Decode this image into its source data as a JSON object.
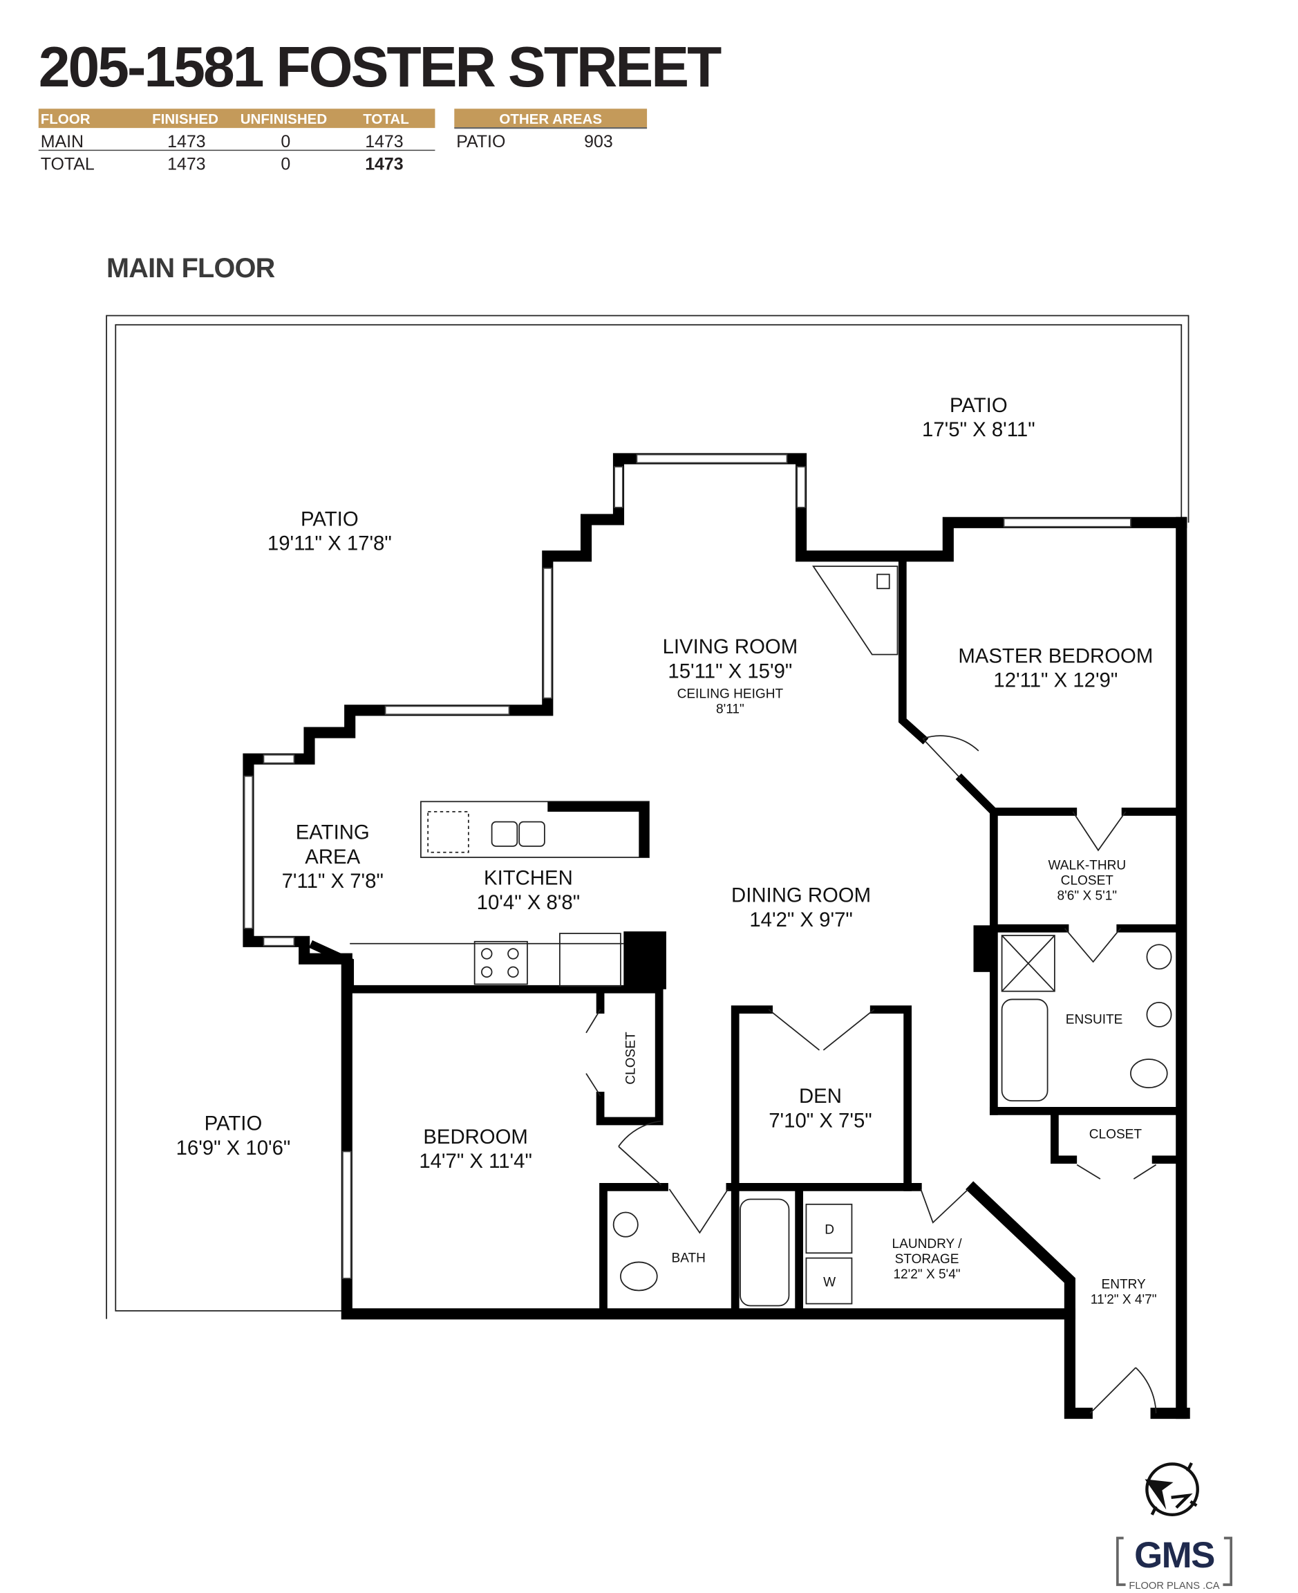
{
  "header": {
    "title": "205-1581 FOSTER STREET"
  },
  "area_table": {
    "headers": [
      "FLOOR",
      "FINISHED",
      "UNFINISHED",
      "TOTAL"
    ],
    "rows": [
      {
        "floor": "MAIN",
        "finished": "1473",
        "unfinished": "0",
        "total": "1473"
      },
      {
        "floor": "TOTAL",
        "finished": "1473",
        "unfinished": "0",
        "total": "1473"
      }
    ]
  },
  "other_areas": {
    "header": "OTHER AREAS",
    "rows": [
      {
        "name": "PATIO",
        "value": "903"
      }
    ]
  },
  "floor": {
    "title": "MAIN FLOOR",
    "rooms": [
      {
        "name": "PATIO",
        "dims": "17'5\" X 8'11\""
      },
      {
        "name": "PATIO",
        "dims": "19'11\" X 17'8\""
      },
      {
        "name": "LIVING ROOM",
        "dims": "15'11\" X 15'9\"",
        "extra": "CEILING HEIGHT",
        "extra_value": "8'11\""
      },
      {
        "name": "MASTER BEDROOM",
        "dims": "12'11\" X 12'9\""
      },
      {
        "name": "EATING",
        "name2": "AREA",
        "dims": "7'11\" X 7'8\""
      },
      {
        "name": "KITCHEN",
        "dims": "10'4\" X 8'8\""
      },
      {
        "name": "DINING ROOM",
        "dims": "14'2\" X 9'7\""
      },
      {
        "name": "WALK-THRU",
        "name2": "CLOSET",
        "dims": "8'6\" X 5'1\""
      },
      {
        "name": "ENSUITE"
      },
      {
        "name": "CLOSET"
      },
      {
        "name": "DEN",
        "dims": "7'10\" X 7'5\""
      },
      {
        "name": "CLOSET"
      },
      {
        "name": "PATIO",
        "dims": "16'9\" X 10'6\""
      },
      {
        "name": "BEDROOM",
        "dims": "14'7\" X 11'4\""
      },
      {
        "name": "BATH"
      },
      {
        "name": "LAUNDRY /",
        "name2": "STORAGE",
        "dims": "12'2\" X 5'4\""
      },
      {
        "name": "ENTRY",
        "dims": "11'2\" X 4'7\""
      }
    ],
    "appliances": {
      "dryer": "D",
      "washer": "W"
    }
  },
  "logo": {
    "brand": "GMS",
    "sub": "FLOOR PLANS .CA"
  },
  "colors": {
    "gold": "#c49a5a",
    "ink": "#231f20",
    "navy": "#1f2a4d"
  }
}
